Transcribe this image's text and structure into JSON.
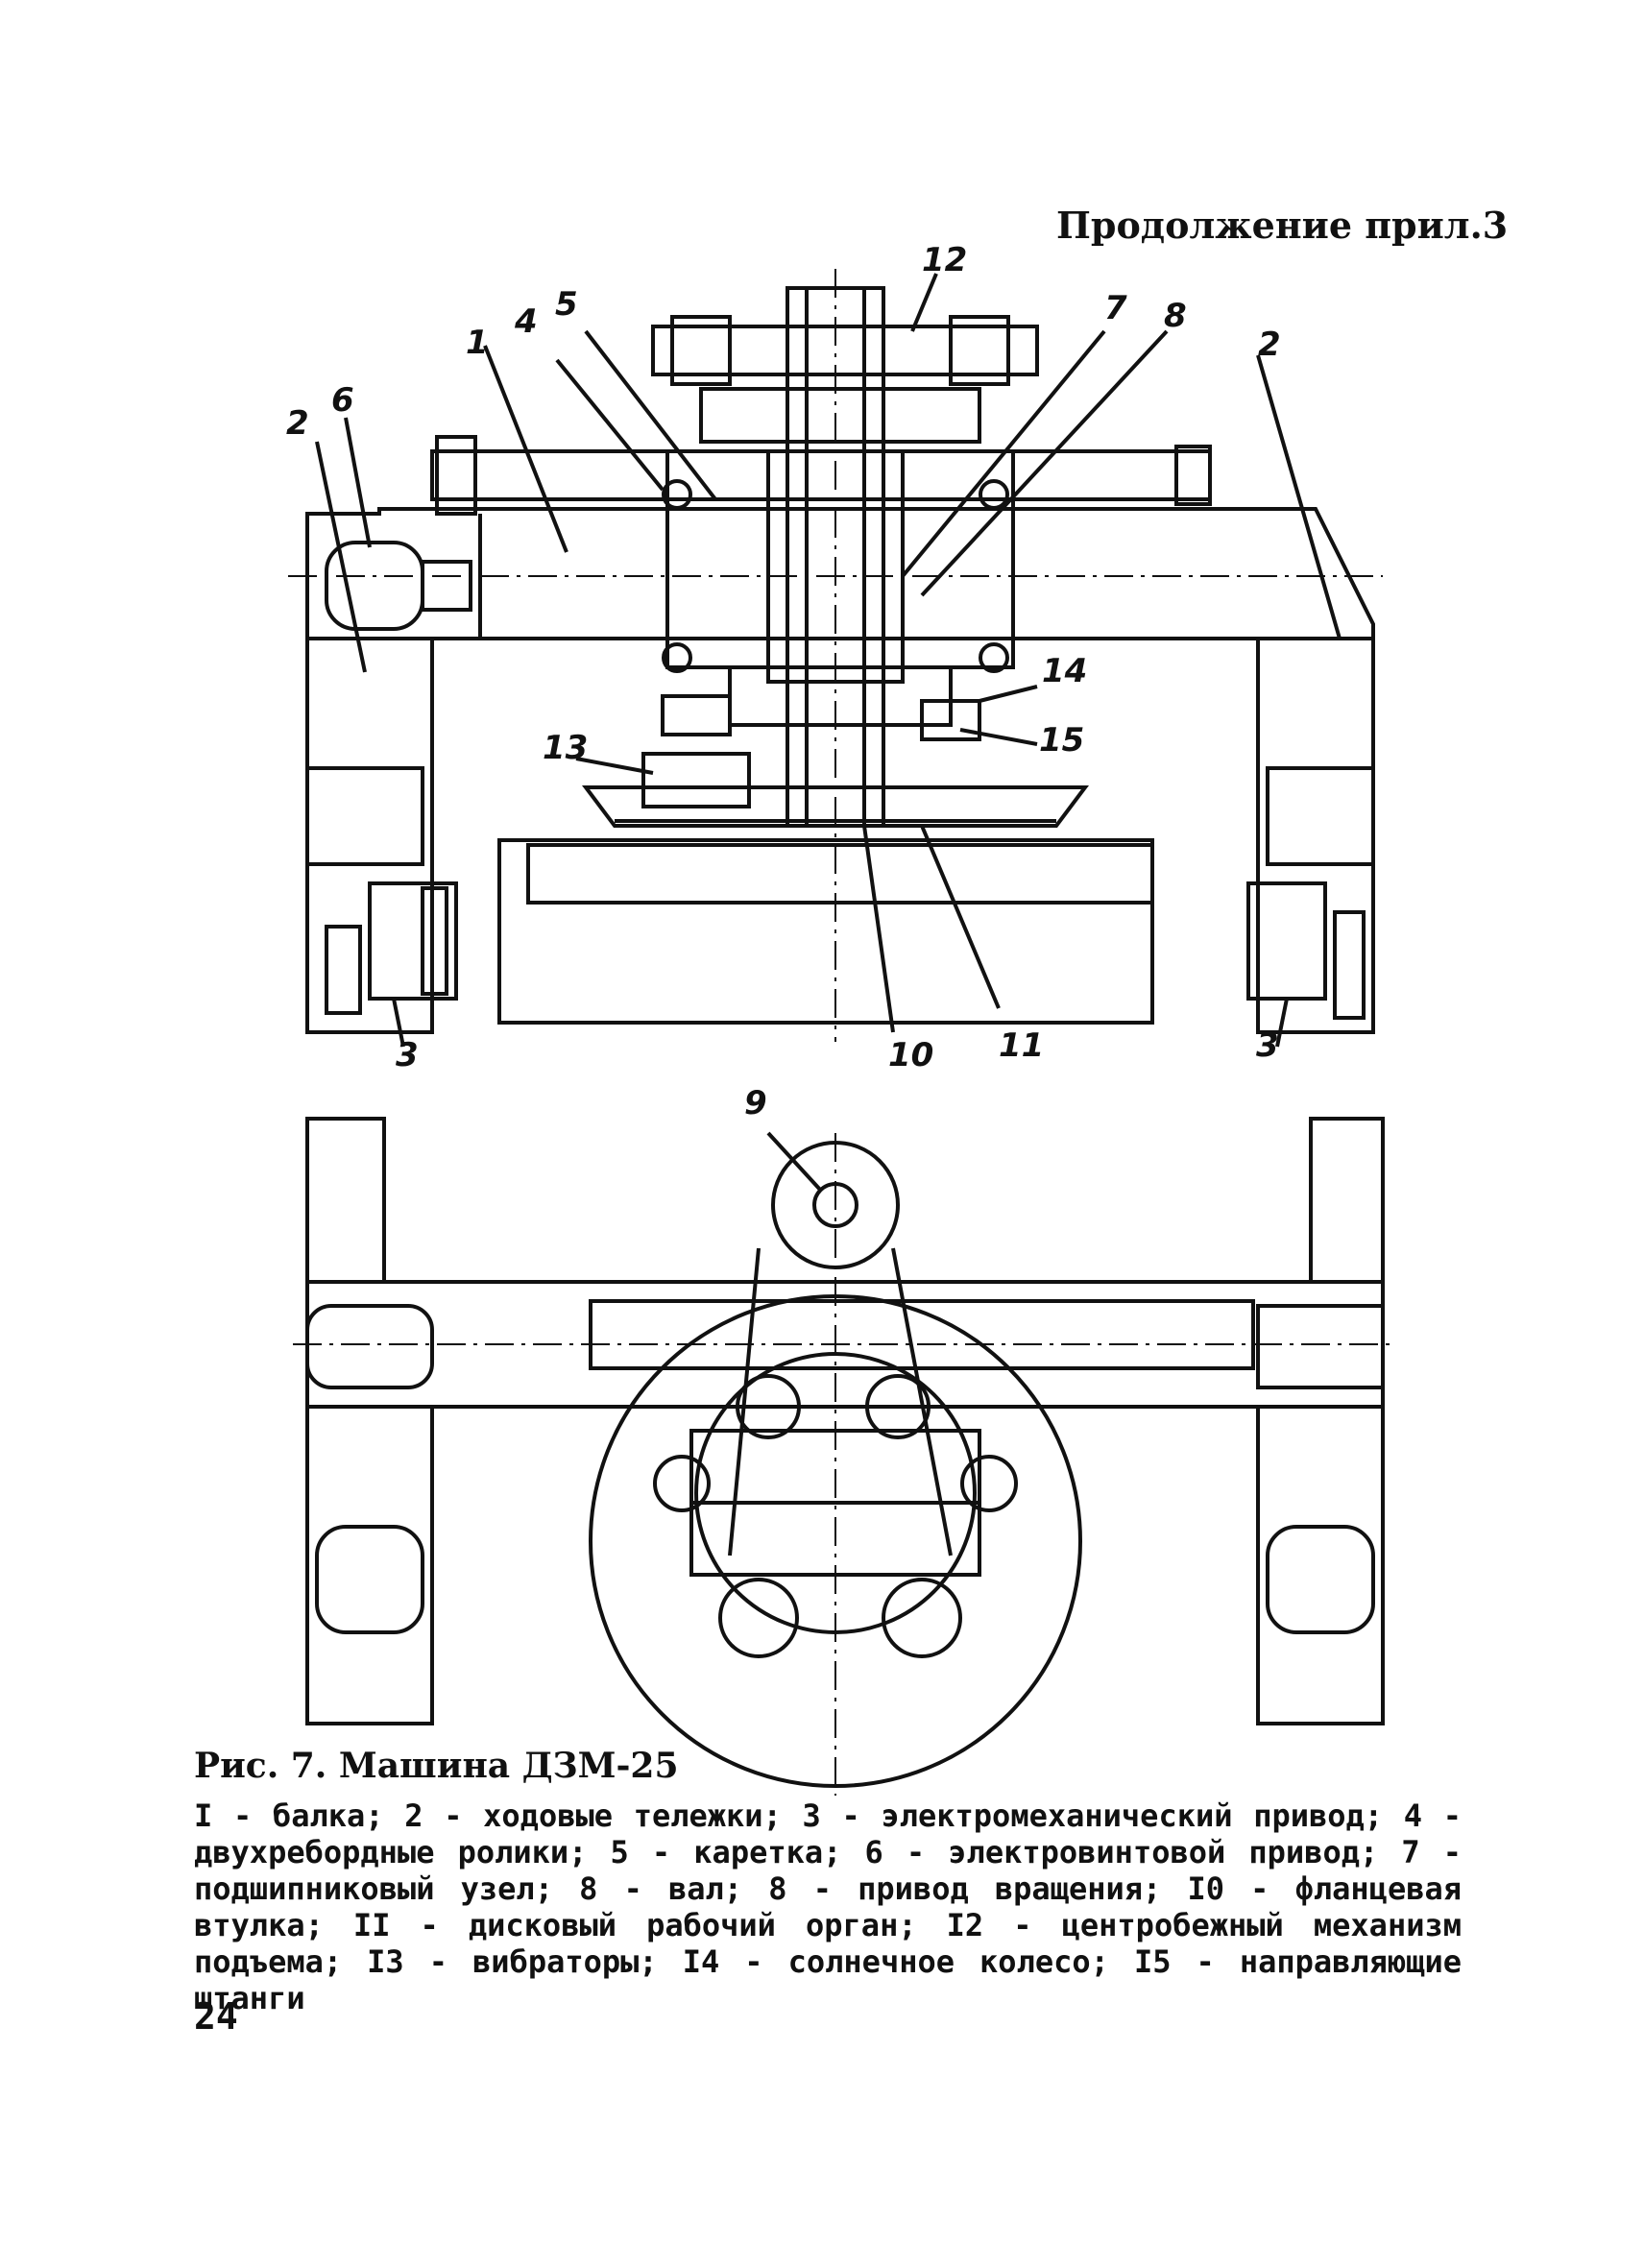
{
  "header": {
    "continuation": "Продолжение прил.3"
  },
  "figure": {
    "top_view_labels": [
      "12",
      "5",
      "4",
      "1",
      "7",
      "8",
      "2",
      "6",
      "2",
      "14",
      "15",
      "13",
      "10",
      "11",
      "3",
      "3"
    ],
    "plan_view_labels": [
      "9"
    ]
  },
  "caption": {
    "title": "Рис. 7. Машина ДЗМ-25",
    "body": "I - балка; 2 - ходовые тележки; 3 - электромеханический привод; 4 - двухребордные ролики; 5 - каретка; 6 - электровинтовой привод; 7 - подшипниковый узел; 8 - вал; 8 - привод вращения; I0 - фланцевая втулка; II - дисковый рабочий орган; I2 - центробежный механизм подъема; I3 - вибраторы; I4 - солнечное колесо; I5 - направляющие штанги"
  },
  "page_number": "24"
}
